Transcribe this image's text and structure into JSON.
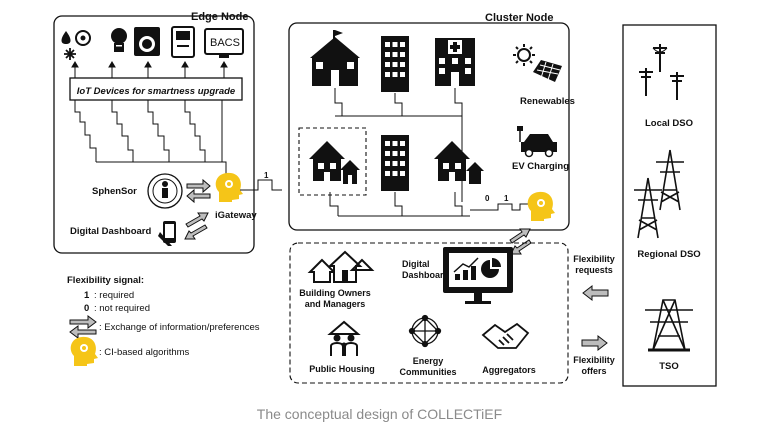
{
  "edge_node": {
    "title": "Edge Node",
    "iot_bar": "IoT Devices for smartness upgrade",
    "bacs": "BACS",
    "sphensor": "SphenSor",
    "igateway": "iGateway",
    "digital_dashboard": "Digital Dashboard",
    "signal_value": "1",
    "icons": [
      "water-icon",
      "fan-icon",
      "snowflake-icon",
      "bulb-icon",
      "washing-machine-icon",
      "boiler-icon",
      "monitor-icon",
      "sensor-icon",
      "gear-head-icon",
      "phone-icon"
    ]
  },
  "cluster_node": {
    "title": "Cluster  Node",
    "renewables": "Renewables",
    "ev_charging": "EV Charging",
    "signal_left": "0",
    "signal_right": "1",
    "icons": [
      "school-icon",
      "building-icon",
      "hospital-icon",
      "house-icon",
      "tower-icon",
      "house-icon",
      "sun-icon",
      "solar-panel-icon",
      "car-icon",
      "gear-head-icon"
    ]
  },
  "stakeholders": {
    "digital_dashboard": "Digital Dashboard",
    "building_owners": "Building Owners and Managers",
    "public_housing": "Public Housing",
    "energy_communities": "Energy Communities",
    "aggregators": "Aggregators"
  },
  "flexibility": {
    "requests": "Flexibility requests",
    "offers": "Flexibility offers"
  },
  "grid": {
    "local_dso": "Local DSO",
    "regional_dso": "Regional DSO",
    "tso": "TSO"
  },
  "legend": {
    "title": "Flexibility signal:",
    "one_key": "1",
    "one_text": ": required",
    "zero_key": "0",
    "zero_text": ": not required",
    "exchange": ": Exchange of information/preferences",
    "ci": ": CI-based algorithms"
  },
  "caption": "The conceptual design of COLLECTiEF",
  "colors": {
    "gear": "#f5c518",
    "stroke": "#111111",
    "caption": "#8a8a8a"
  }
}
